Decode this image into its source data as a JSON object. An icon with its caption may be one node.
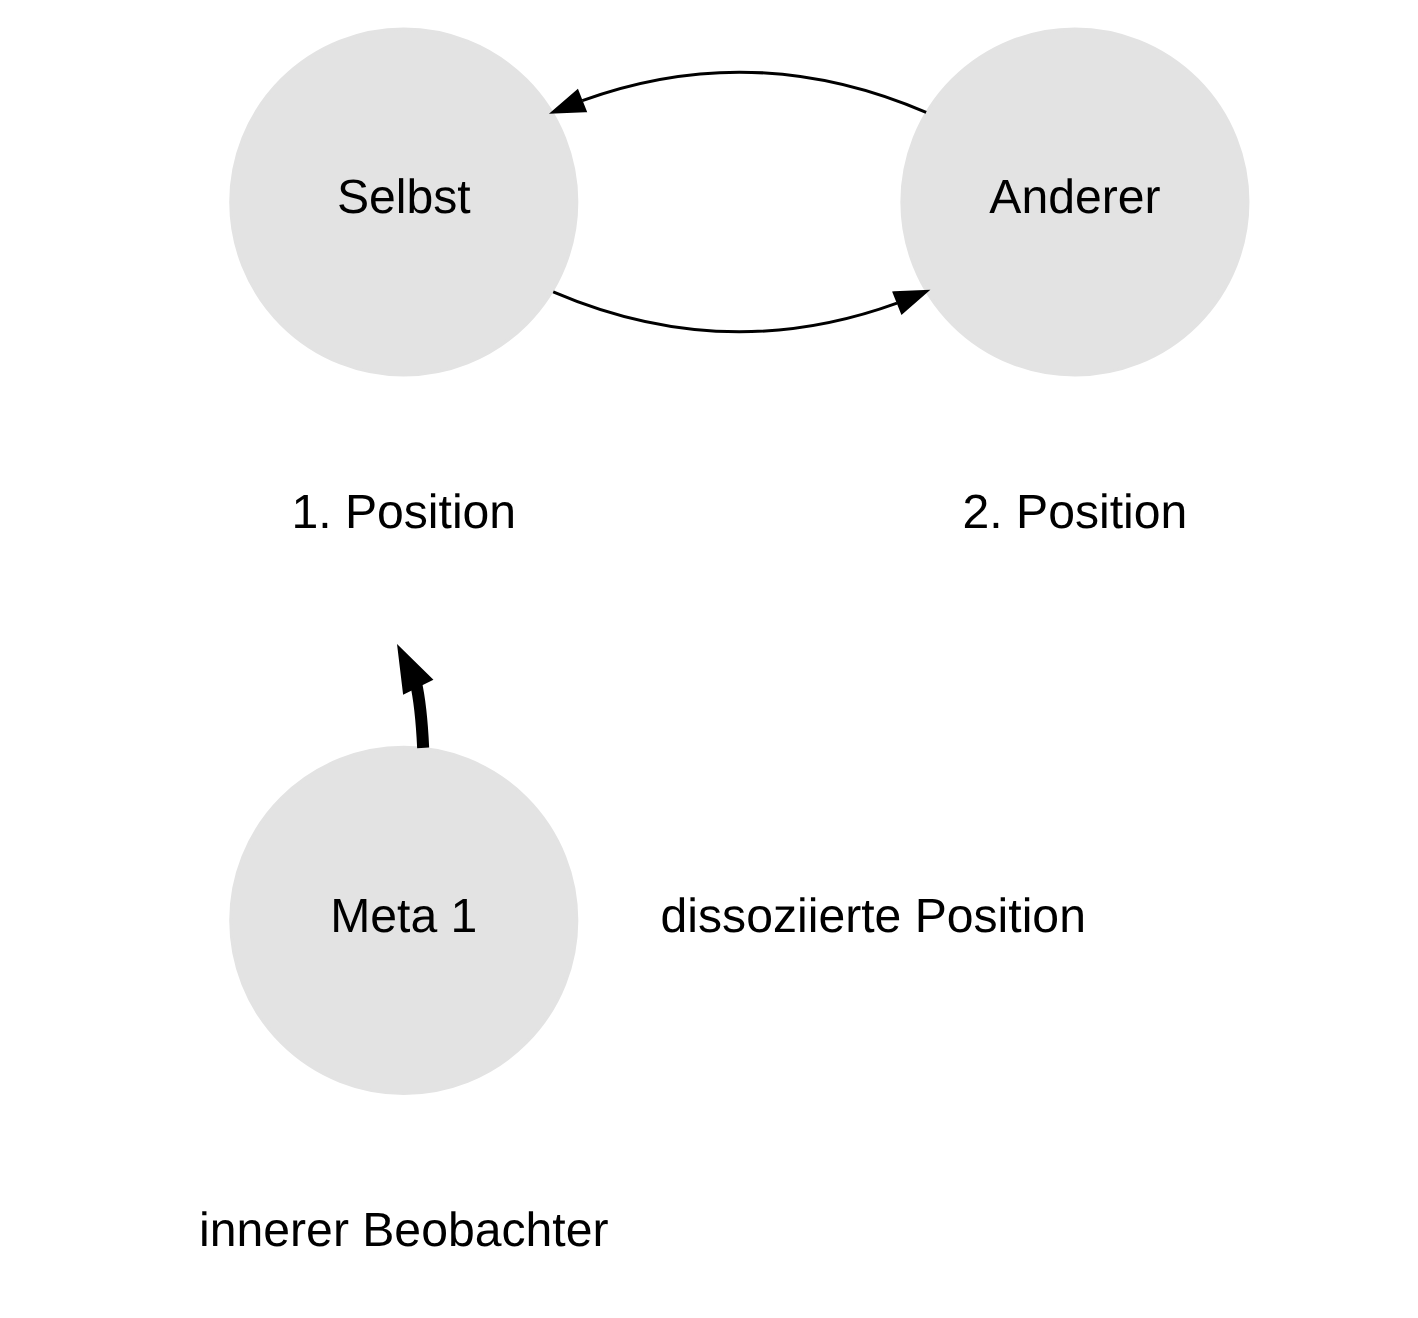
{
  "diagram": {
    "nodes": [
      {
        "text": [
          "Selbst"
        ],
        "beside": [
          "1. Position"
        ]
      },
      {
        "text": [
          "Anderer"
        ],
        "beside": [
          "2. Position"
        ]
      },
      {
        "text": [
          "Meta 1"
        ],
        "beside": [
          "dissoziierte Position",
          "innerer Beobachter"
        ]
      }
    ],
    "edges": [
      {
        "from": 0,
        "to": 1,
        "arrow": "to"
      },
      {
        "from": 1,
        "to": 0,
        "arrow": "to"
      },
      {
        "from": 2,
        "to": null,
        "arrow": "to",
        "style": "thick"
      }
    ]
  }
}
